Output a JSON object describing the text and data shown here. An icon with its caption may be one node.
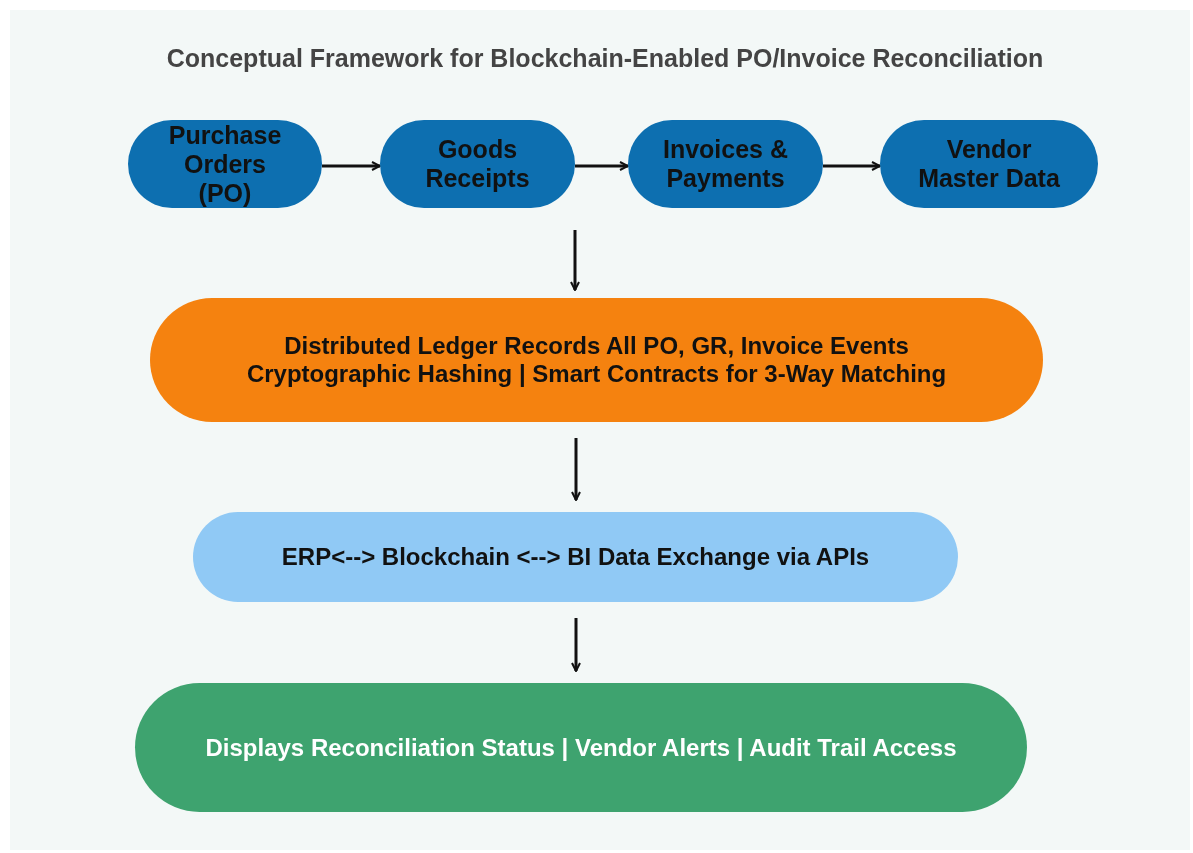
{
  "diagram": {
    "title": "Conceptual Framework for Blockchain-Enabled PO/Invoice Reconciliation",
    "nodes": [
      {
        "text": [
          "Purchase Orders (PO)"
        ]
      },
      {
        "text": [
          "Goods Receipts"
        ]
      },
      {
        "text": [
          "Invoices & Payments"
        ]
      },
      {
        "text": [
          "Vendor Master Data"
        ]
      },
      {
        "text": [
          "Distributed Ledger Records All PO, GR, Invoice Events",
          "Cryptographic Hashing | Smart Contracts for 3-Way Matching"
        ]
      },
      {
        "text": [
          "ERP<--> Blockchain <--> BI Data Exchange via APIs"
        ]
      },
      {
        "text": [
          "Displays Reconciliation Status | Vendor Alerts | Audit Trail Access"
        ]
      }
    ],
    "edges": [
      {
        "from": 0,
        "to": 1,
        "arrow": "to"
      },
      {
        "from": 1,
        "to": 2,
        "arrow": "to"
      },
      {
        "from": 2,
        "to": 3,
        "arrow": "to"
      },
      {
        "from": null,
        "to": 4,
        "arrow": "to"
      },
      {
        "from": 4,
        "to": 5,
        "arrow": "to"
      },
      {
        "from": 5,
        "to": 6,
        "arrow": "to"
      }
    ]
  }
}
